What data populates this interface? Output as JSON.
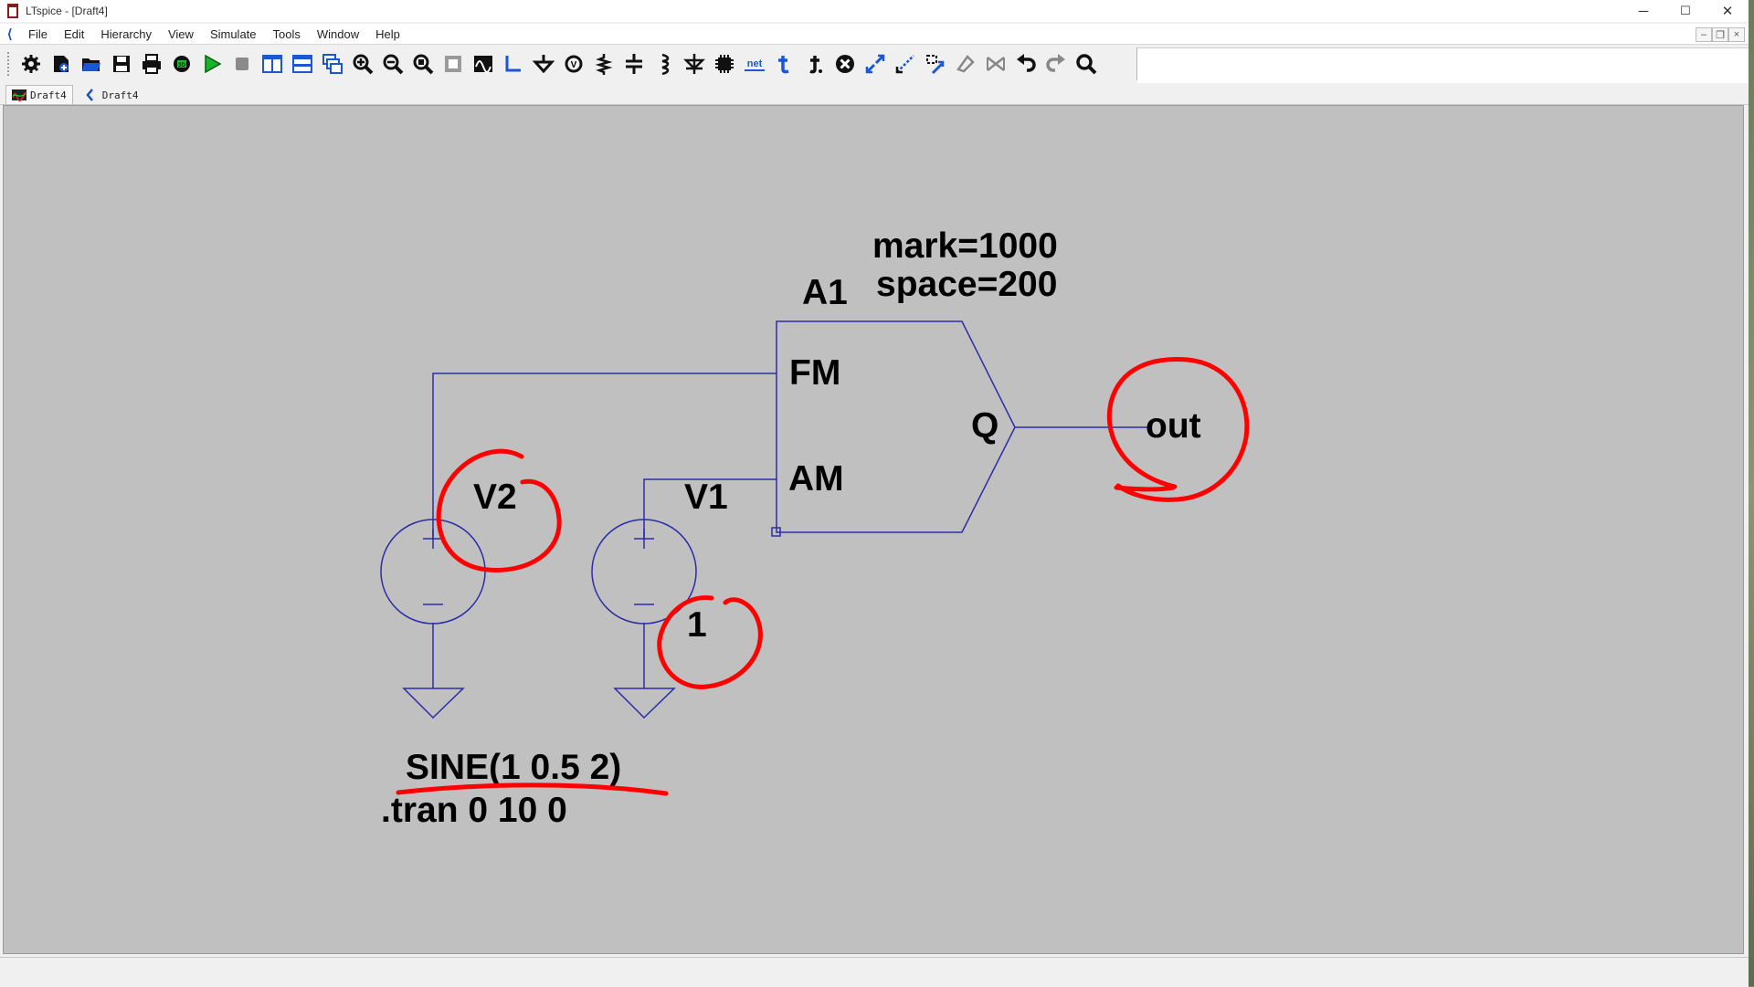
{
  "window": {
    "title": "LTspice - [Draft4]",
    "minimize_glyph": "─",
    "maximize_glyph": "☐",
    "close_glyph": "✕"
  },
  "menu": {
    "items": [
      "File",
      "Edit",
      "Hierarchy",
      "View",
      "Simulate",
      "Tools",
      "Window",
      "Help"
    ],
    "doc_icon": "schematic-icon"
  },
  "mdi": {
    "minimize": "–",
    "restore": "❐",
    "close": "×"
  },
  "toolbar": {
    "icons": [
      "settings-icon",
      "new-schematic-icon",
      "open-icon",
      "save-icon",
      "print-icon",
      "netlist-icon",
      "run-icon",
      "halt-icon",
      "tile-vertical-icon",
      "tile-horizontal-icon",
      "cascade-icon",
      "zoom-in-icon",
      "zoom-out-icon",
      "zoom-full-icon",
      "zoom-fit-icon",
      "waveform-icon",
      "wire-icon",
      "ground-icon",
      "voltage-source-icon",
      "resistor-icon",
      "capacitor-icon",
      "inductor-icon",
      "diode-icon",
      "component-icon",
      "net-label-icon",
      "text-icon",
      "spice-directive-icon",
      "delete-icon",
      "duplicate-icon",
      "move-icon",
      "drag-icon",
      "rotate-icon",
      "mirror-icon",
      "undo-icon",
      "redo-icon",
      "find-icon"
    ],
    "net_label": "net"
  },
  "tabs": [
    {
      "label": "Draft4",
      "icon": "waveform-tab-icon",
      "active": true
    },
    {
      "label": "Draft4",
      "icon": "schematic-tab-icon",
      "active": false
    }
  ],
  "schematic": {
    "block_name": "A1",
    "param_mark": "mark=1000",
    "param_space": "space=200",
    "pin_fm": "FM",
    "pin_am": "AM",
    "pin_q": "Q",
    "net_out": "out",
    "source_v2": "V2",
    "source_v1": "V1",
    "v1_value": "1",
    "v2_value": "SINE(1 0.5 2)",
    "directive": ".tran 0 10 0",
    "wire_color": "#2c2ca8",
    "annotation_color": "#ff0000",
    "canvas_bg": "#c0c0c0"
  }
}
